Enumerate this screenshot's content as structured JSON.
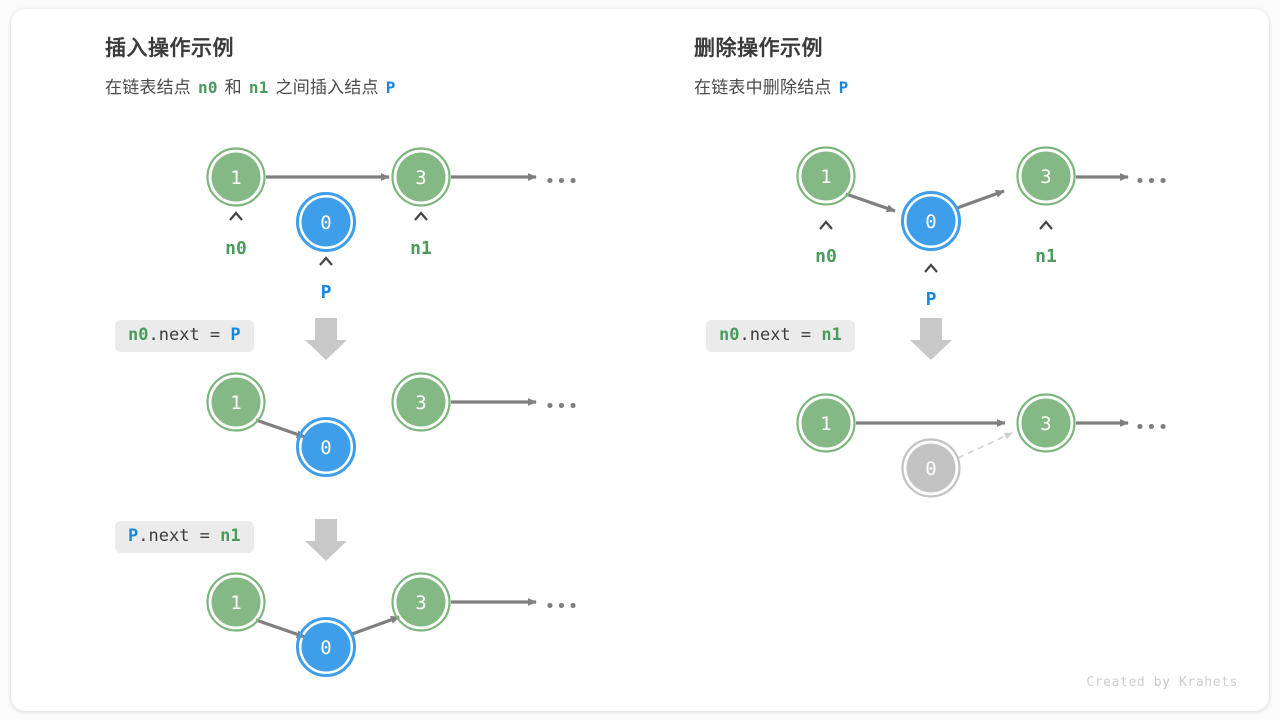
{
  "footer": {
    "credit": "Created by Krahets"
  },
  "colors": {
    "node_green_fill": "#84b884",
    "node_green_ring": "#7cb67c",
    "node_blue_fill": "#3f9ee9",
    "node_blue_ring": "#3f9ee9",
    "node_gray_fill": "#c2c2c2",
    "node_gray_ring": "#c2c2c2",
    "arrow_gray": "#7f7f7f",
    "down_arrow": "#c8c8c8",
    "label_green": "#4b9b5f",
    "label_blue": "#1a87d8",
    "code_bg": "#ebebeb",
    "card_bg": "#ffffff",
    "page_bg": "#fbfbfb"
  },
  "panels": [
    {
      "id": "insert",
      "title": "插入操作示例",
      "subtitle": {
        "parts": [
          {
            "text": "在链表结点",
            "type": "plain"
          },
          {
            "text": "n0",
            "type": "green"
          },
          {
            "text": "和",
            "type": "plain"
          },
          {
            "text": "n1",
            "type": "green"
          },
          {
            "text": "之间插入结点",
            "type": "plain"
          },
          {
            "text": "P",
            "type": "blue"
          }
        ]
      },
      "steps": [
        {
          "code": {
            "tokens": [
              {
                "text": "n0",
                "type": "green"
              },
              {
                "text": ".next = ",
                "type": "plain"
              },
              {
                "text": "P",
                "type": "blue"
              }
            ]
          }
        },
        {
          "code": {
            "tokens": [
              {
                "text": "P",
                "type": "blue"
              },
              {
                "text": ".next = ",
                "type": "plain"
              },
              {
                "text": "n1",
                "type": "green"
              }
            ]
          }
        }
      ],
      "rows": [
        {
          "nodes": [
            {
              "value": "1",
              "color": "green",
              "label": "n0",
              "label_color": "green",
              "caret": true
            },
            {
              "value": "0",
              "color": "blue",
              "label": "P",
              "label_color": "blue",
              "caret": true
            },
            {
              "value": "3",
              "color": "green",
              "label": "n1",
              "label_color": "green",
              "caret": true
            }
          ],
          "ellipsis": "•••"
        },
        {
          "nodes": [
            {
              "value": "1",
              "color": "green"
            },
            {
              "value": "0",
              "color": "blue"
            },
            {
              "value": "3",
              "color": "green"
            }
          ],
          "ellipsis": "•••"
        },
        {
          "nodes": [
            {
              "value": "1",
              "color": "green"
            },
            {
              "value": "0",
              "color": "blue"
            },
            {
              "value": "3",
              "color": "green"
            }
          ],
          "ellipsis": "•••"
        }
      ]
    },
    {
      "id": "delete",
      "title": "删除操作示例",
      "subtitle": {
        "parts": [
          {
            "text": "在链表中删除结点",
            "type": "plain"
          },
          {
            "text": "P",
            "type": "blue"
          }
        ]
      },
      "steps": [
        {
          "code": {
            "tokens": [
              {
                "text": "n0",
                "type": "green"
              },
              {
                "text": ".next = ",
                "type": "plain"
              },
              {
                "text": "n1",
                "type": "green"
              }
            ]
          }
        }
      ],
      "rows": [
        {
          "nodes": [
            {
              "value": "1",
              "color": "green",
              "label": "n0",
              "label_color": "green",
              "caret": true
            },
            {
              "value": "0",
              "color": "blue",
              "label": "P",
              "label_color": "blue",
              "caret": true
            },
            {
              "value": "3",
              "color": "green",
              "label": "n1",
              "label_color": "green",
              "caret": true
            }
          ],
          "ellipsis": "•••"
        },
        {
          "nodes": [
            {
              "value": "1",
              "color": "green"
            },
            {
              "value": "0",
              "color": "gray"
            },
            {
              "value": "3",
              "color": "green"
            }
          ],
          "ellipsis": "•••"
        }
      ]
    }
  ]
}
